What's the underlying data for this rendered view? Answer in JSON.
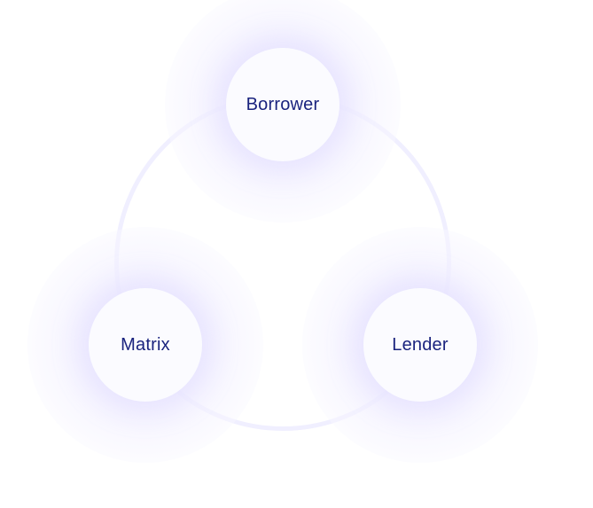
{
  "diagram": {
    "nodes": {
      "borrower": {
        "label": "Borrower"
      },
      "matrix": {
        "label": "Matrix"
      },
      "lender": {
        "label": "Lender"
      }
    }
  },
  "colors": {
    "label_text": "#1a237e",
    "ring": "#f0efff",
    "node_fill": "#fbfbff",
    "halo": "#ece9ff"
  }
}
